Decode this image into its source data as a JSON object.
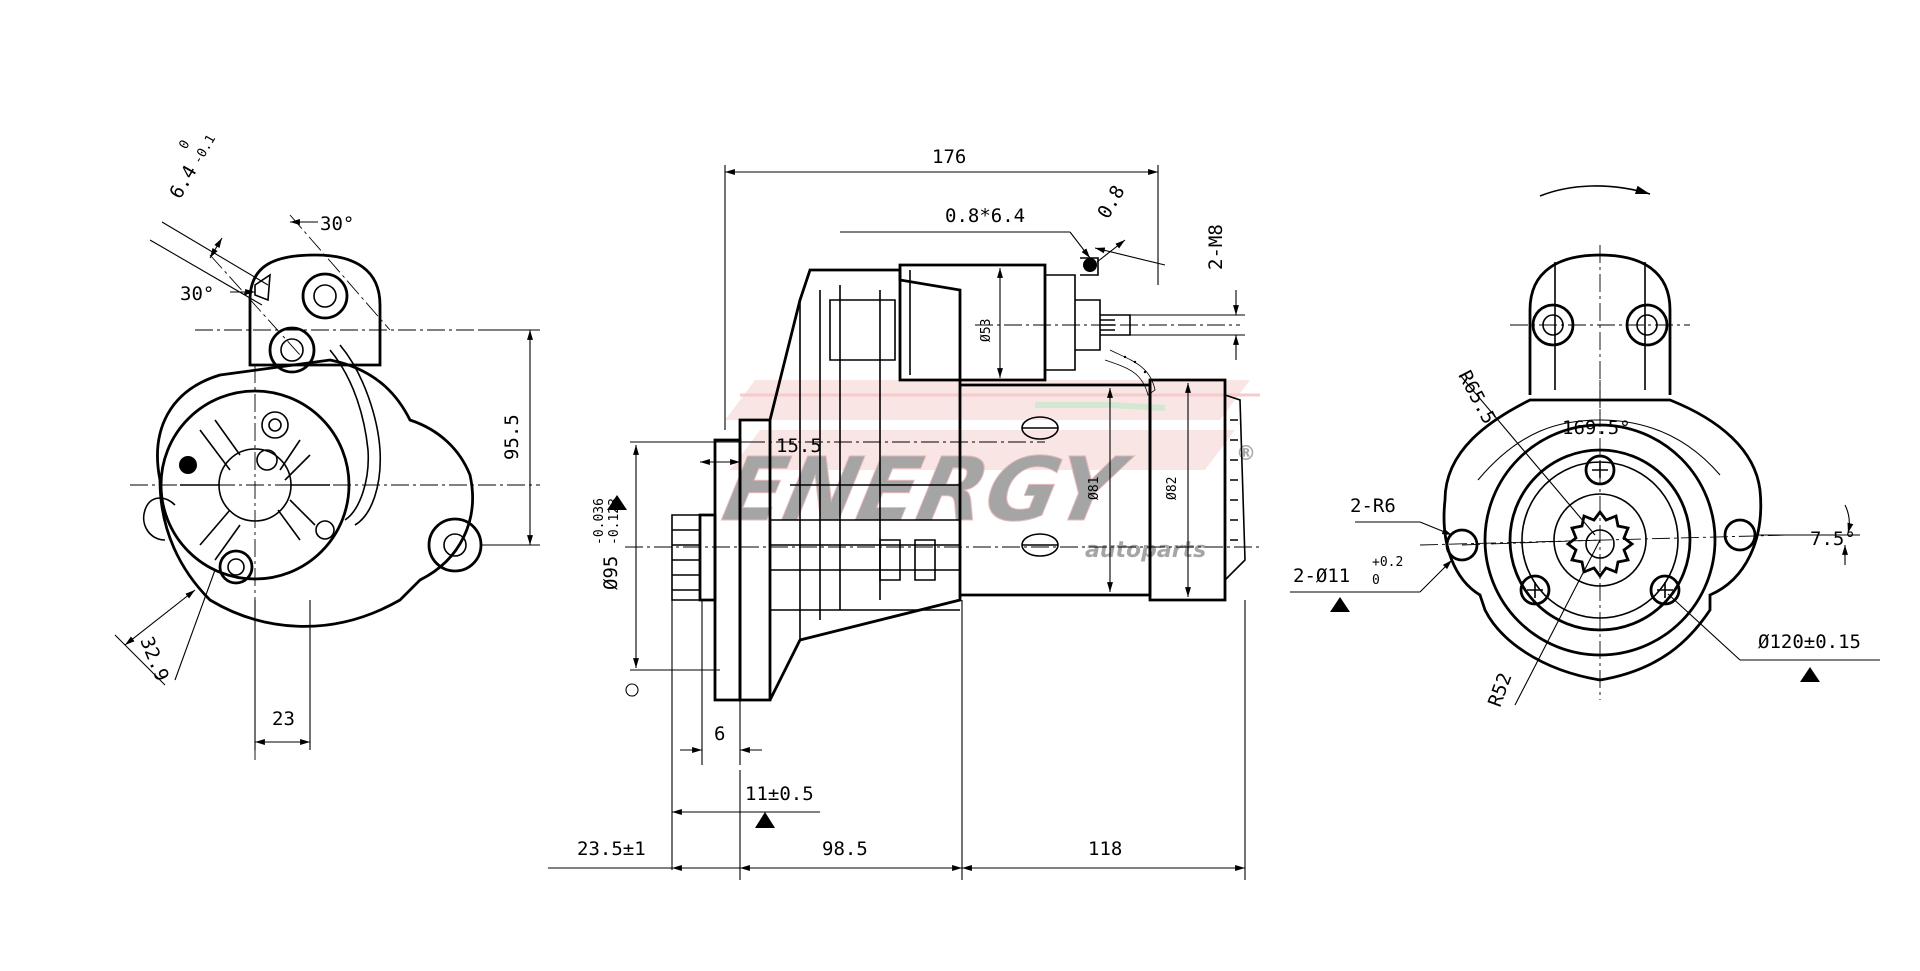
{
  "dimensions": {
    "overall_length": "176",
    "terminal_spade": "0.8*6.4",
    "terminal_thickness": "0.8",
    "thread": "2-M8",
    "solenoid_dia": "Ø53",
    "body_dia_a": "Ø81",
    "body_dia_b": "Ø82",
    "pilot_offset": "15.5",
    "pilot_dia": "Ø95",
    "pilot_tol_upper": "-0.036",
    "pilot_tol_lower": "-0.123",
    "flange_thickness": "6",
    "flange_pos": "11±0.5",
    "pinion_proj": "23.5±1",
    "front_length": "98.5",
    "rear_length": "118",
    "left_height": "95.5",
    "left_angle_a": "30°",
    "left_angle_b": "30°",
    "left_tab_main": "6.4",
    "left_tab_upper": "0",
    "left_tab_lower": "-0.1",
    "left_offset_diag": "32.9",
    "left_offset_h": "23",
    "right_r_outer": "R65.5",
    "right_angle_span": "169.5°",
    "right_ear_radius": "2-R6",
    "right_holes": "2-Ø11",
    "right_holes_tol_upper": "+0.2",
    "right_holes_tol_lower": "0",
    "right_tilt": "7.5°",
    "right_bolt_circle": "Ø120±0.15",
    "right_r_inner": "R52"
  },
  "watermark": {
    "brand": "ENERGY",
    "registered_mark": "®",
    "tagline": "autoparts"
  }
}
